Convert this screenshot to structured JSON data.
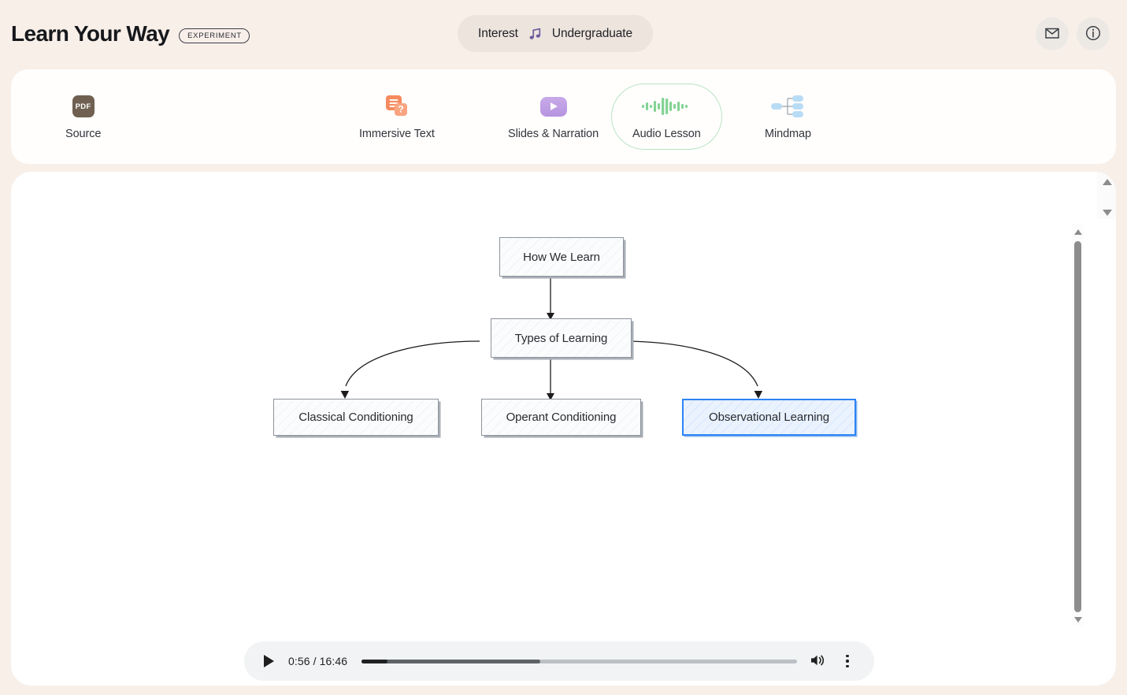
{
  "header": {
    "brand_title": "Learn Your Way",
    "brand_badge": "EXPERIMENT",
    "mode_left": "Interest",
    "mode_icon": "music-note-icon",
    "mode_right": "Undergraduate",
    "actions": [
      {
        "name": "mail-icon",
        "label": "Mail"
      },
      {
        "name": "info-icon",
        "label": "Info"
      }
    ]
  },
  "tabs": [
    {
      "label": "Source",
      "icon": "pdf-icon",
      "selected": false
    },
    {
      "label": "Immersive Text",
      "icon": "cards-question-icon",
      "selected": false
    },
    {
      "label": "Slides & Narration",
      "icon": "play-video-icon",
      "selected": false
    },
    {
      "label": "Audio Lesson",
      "icon": "waveform-icon",
      "selected": true
    },
    {
      "label": "Mindmap",
      "icon": "mindmap-icon",
      "selected": false
    }
  ],
  "mindmap": {
    "nodes": [
      {
        "id": "root",
        "label": "How We Learn",
        "selected": false
      },
      {
        "id": "types",
        "label": "Types of Learning",
        "selected": false
      },
      {
        "id": "classical",
        "label": "Classical Conditioning",
        "selected": false
      },
      {
        "id": "operant",
        "label": "Operant Conditioning",
        "selected": false
      },
      {
        "id": "observational",
        "label": "Observational Learning",
        "selected": true
      }
    ],
    "edges": [
      {
        "from": "root",
        "to": "types"
      },
      {
        "from": "types",
        "to": "classical"
      },
      {
        "from": "types",
        "to": "operant"
      },
      {
        "from": "types",
        "to": "observational"
      }
    ],
    "selected_color": "#2b84f5"
  },
  "player": {
    "play_label": "Play",
    "current_time": "0:56",
    "duration": "16:46",
    "time_display": "0:56 / 16:46",
    "played_percent": 6,
    "buffered_percent": 41,
    "volume_label": "Volume",
    "more_label": "More options"
  },
  "colors": {
    "page_background": "#f8efe9",
    "panel_background": "#ffffff",
    "pill_background": "#ede4de",
    "accent_selected": "#b9e3c3",
    "music_icon": "#6b5b9e",
    "pdf_badge": "#6f6051",
    "immersive_icon": "#f58a5e",
    "slides_icon": "#b594e0",
    "waveform_icon": "#84d394",
    "mindmap_icon": "#b9dcf5"
  }
}
